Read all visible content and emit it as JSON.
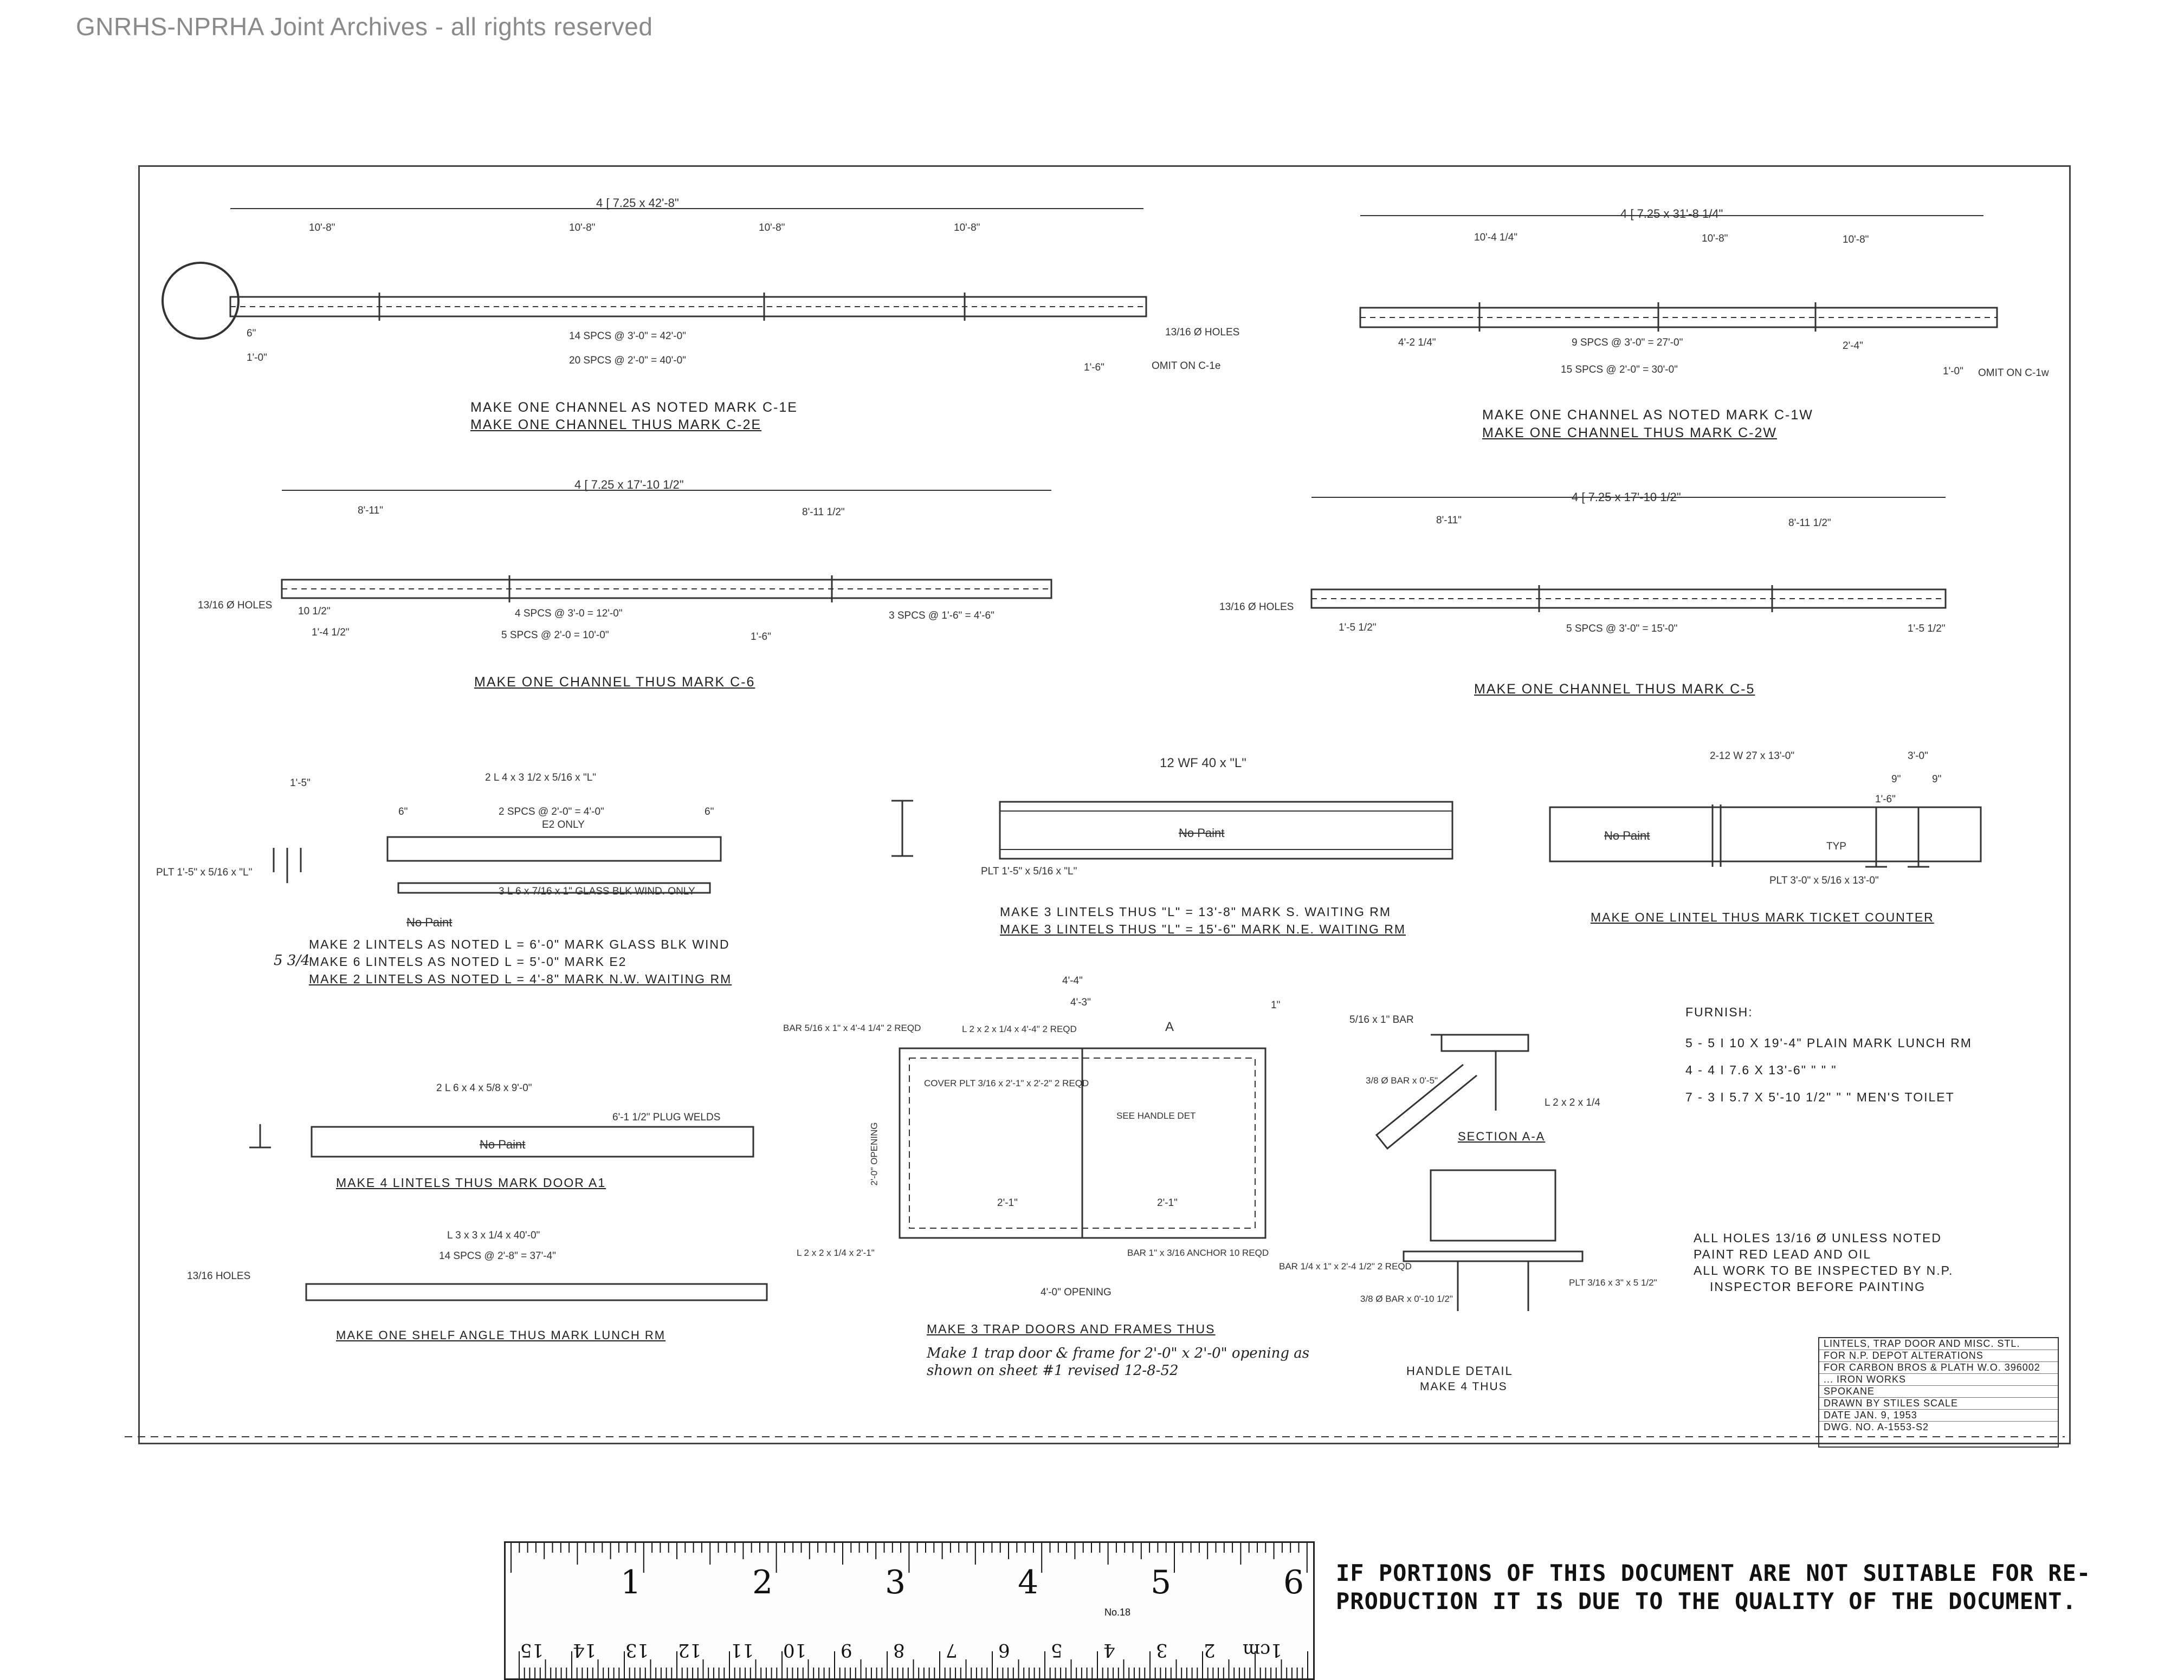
{
  "watermark": "GNRHS-NPRHA Joint Archives - all rights reserved",
  "channel_top_left": {
    "overall": "4 [ 7.25 x 42'-8\"",
    "segments": [
      "10'-8\"",
      "10'-8\"",
      "10'-8\"",
      "10'-8\""
    ],
    "spacing_a": "14 SPCS @ 3'-0\" = 42'-0\"",
    "spacing_b": "20 SPCS @ 2'-0\" = 40'-0\"",
    "holes": "13/16 Ø HOLES",
    "omit": "OMIT ON C-1e",
    "end_dims": [
      "1'-0\"",
      "1'-6\"",
      "6\""
    ],
    "caption_1": "Make One Channel As Noted Mark C-1e",
    "caption_2": "Make One Channel Thus Mark C-2e"
  },
  "channel_top_right": {
    "overall": "4 [ 7.25 x 31'-8 1/4\"",
    "segments": [
      "10'-4 1/4\"",
      "10'-8\"",
      "10'-8\""
    ],
    "spacing_a": "9 SPCS @ 3'-0\" = 27'-0\"",
    "spacing_b": "15 SPCS @ 2'-0\" = 30'-0\"",
    "omit": "OMIT ON C-1w",
    "end_dims": [
      "4'-2 1/4\"",
      "2'-4\"",
      "1'-0\""
    ],
    "caption_1": "Make One Channel As Noted Mark C-1w",
    "caption_2": "Make One Channel Thus Mark C-2w"
  },
  "channel_mid_left": {
    "overall": "4 [ 7.25 x 17'-10 1/2\"",
    "segments": [
      "8'-11\"",
      "8'-11 1/2\""
    ],
    "spacing_a": "4 SPCS @ 3'-0 = 12'-0\"",
    "spacing_b": "5 SPCS @ 2'-0 = 10'-0\"",
    "spacing_c": "3 SPCS @ 1'-6\" = 4'-6\"",
    "holes": "13/16 Ø HOLES",
    "end_dims": [
      "10 1/2\"",
      "1'-4 1/2\"",
      "1'-6\""
    ],
    "caption": "Make One Channel Thus Mark C-6"
  },
  "channel_mid_right": {
    "overall": "4 [ 7.25 x 17'-10 1/2\"",
    "segments": [
      "8'-11\"",
      "8'-11 1/2\""
    ],
    "spacing_a": "5 SPCS @ 3'-0\" = 15'-0\"",
    "holes": "13/16 Ø HOLES",
    "end_dims": [
      "1'-5 1/2\"",
      "1'-5 1/2\""
    ],
    "caption": "Make One Channel Thus Mark C-5"
  },
  "lintel_glass": {
    "top": "2 L 4 x 3 1/2 x 5/16 x \"L\"",
    "spacing": "2 SPCS @ 2'-0\" = 4'-0\"",
    "only": "E2 ONLY",
    "plate": "PLT 1'-5\" x 5/16 x \"L\"",
    "bottom": "3 L 6 x 7/16 x 1\" GLASS BLK WIND. ONLY",
    "dims": [
      "1'-5\"",
      "6\"",
      "6\""
    ],
    "no_paint": "No Paint",
    "lines": [
      "Make 2 Lintels As Noted L = 6'-0\" Mark Glass Blk Wind",
      "Make 6 Lintels As Noted L = 5'-0\" Mark E2",
      "Make 2 Lintels As Noted L = 4'-8\" Mark N.W. Waiting Rm"
    ],
    "margin_note": "5 3/4"
  },
  "lintel_wf": {
    "top": "12 WF 40 x \"L\"",
    "plate": "PLT 1'-5\" x 5/16 x \"L\"",
    "no_paint": "No Paint",
    "lines": [
      "Make 3 Lintels Thus \"L\" = 13'-8\" Mark S. Waiting Rm",
      "Make 3 Lintels Thus \"L\" = 15'-6\" Mark N.E. Waiting Rm"
    ]
  },
  "lintel_ticket": {
    "top": "2-12 W 27 x 13'-0\"",
    "dims": [
      "3'-0\"",
      "9\"",
      "1'-6\"",
      "9\""
    ],
    "plate": "PLT 3'-0\" x 5/16 x 13'-0\"",
    "typ": "TYP",
    "no_paint": "No Paint",
    "caption": "Make One Lintel Thus Mark Ticket Counter"
  },
  "lintel_door": {
    "top": "2 L 6 x 4 x 5/8 x 9'-0\"",
    "welds": "6'-1 1/2\" PLUG WELDS",
    "no_paint": "No Paint",
    "caption": "Make 4 Lintels Thus Mark Door A1"
  },
  "shelf_angle": {
    "top": "L 3 x 3 x 1/4 x 40'-0\"",
    "spacing": "14 SPCS @ 2'-8\" = 37'-4\"",
    "holes": "13/16 HOLES",
    "caption": "Make One Shelf Angle Thus Mark Lunch Rm"
  },
  "trap_door": {
    "dims_top": [
      "4'-4\"",
      "4'-3\"",
      "1\""
    ],
    "bar": "BAR 5/16 x 1\" x 4'-4 1/4\" 2 REQD",
    "angle_top": "L 2 x 2 x 1/4 x 4'-4\" 2 REQD",
    "cover": "COVER PLT 3/16 x 2'-1\" x 2'-2\" 2 REQD",
    "see_handle": "SEE HANDLE DET",
    "section": "A",
    "opening_side": "2'-0\" OPENING",
    "half": [
      "2'-1\"",
      "2'-1\""
    ],
    "angle_bot": "L 2 x 2 x 1/4 x 2'-1\"",
    "anchor": "BAR 1\" x 3/16 ANCHOR 10 REQD",
    "bar_bot": "BAR 1/4 x 1\" x 2'-4 1/2\" 2 REQD",
    "opening_bot": "4'-0\" OPENING",
    "caption": "Make 3 Trap Doors And Frames Thus",
    "handwritten": "Make 1 trap door & frame for 2'-0\" x 2'-0\" opening as shown on sheet #1 revised 12-8-52"
  },
  "section_aa": {
    "bar_top": "5/16 x 1\" BAR",
    "bar_side": "3/8 Ø BAR x 0'-5\"",
    "angle": "L 2 x 2 x 1/4",
    "title": "Section A-A"
  },
  "handle": {
    "plate": "PLT 3/16 x 3\" x 5 1/2\"",
    "bar": "3/8 Ø BAR x 0'-10 1/2\"",
    "caption_1": "Handle Detail",
    "caption_2": "Make 4 Thus"
  },
  "furnish": {
    "title": "Furnish:",
    "items": [
      "5 - 5 I 10 x 19'-4\"  Plain  Mark Lunch Rm",
      "4 - 4 I 7.6 x 13'-6\"   \"    \"    \"",
      "7 - 3 I 5.7 x 5'-10 1/2\"   \"    \"   Men's Toilet"
    ]
  },
  "notes": [
    "All Holes 13/16 Ø Unless Noted",
    "Paint Red Lead And Oil",
    "All Work To Be Inspected By N.P.",
    "Inspector Before Painting"
  ],
  "title_block": {
    "lines": [
      "LINTELS, TRAP DOOR AND MISC. STL.",
      "FOR N.P. DEPOT ALTERATIONS",
      "FOR CARBON BROS & PLATH  W.O. 396002",
      "... IRON WORKS",
      "SPOKANE",
      "DRAWN BY STILES   SCALE",
      "DATE JAN. 9, 1953",
      "DWG. NO. A-1553-S2"
    ]
  },
  "ruler": {
    "inches": [
      "1",
      "2",
      "3",
      "4",
      "5",
      "6"
    ],
    "cm": [
      "1cm",
      "2",
      "3",
      "4",
      "5",
      "6",
      "7",
      "8",
      "9",
      "10",
      "11",
      "12",
      "13",
      "14",
      "15"
    ],
    "number": "No.18"
  },
  "disclaimer": [
    "IF PORTIONS OF THIS DOCUMENT ARE NOT SUITABLE FOR RE-",
    "PRODUCTION IT IS DUE TO THE QUALITY OF THE DOCUMENT."
  ],
  "colors": {
    "ink": "#222222",
    "paper": "#ffffff",
    "watermark": "#8a8a8a"
  }
}
